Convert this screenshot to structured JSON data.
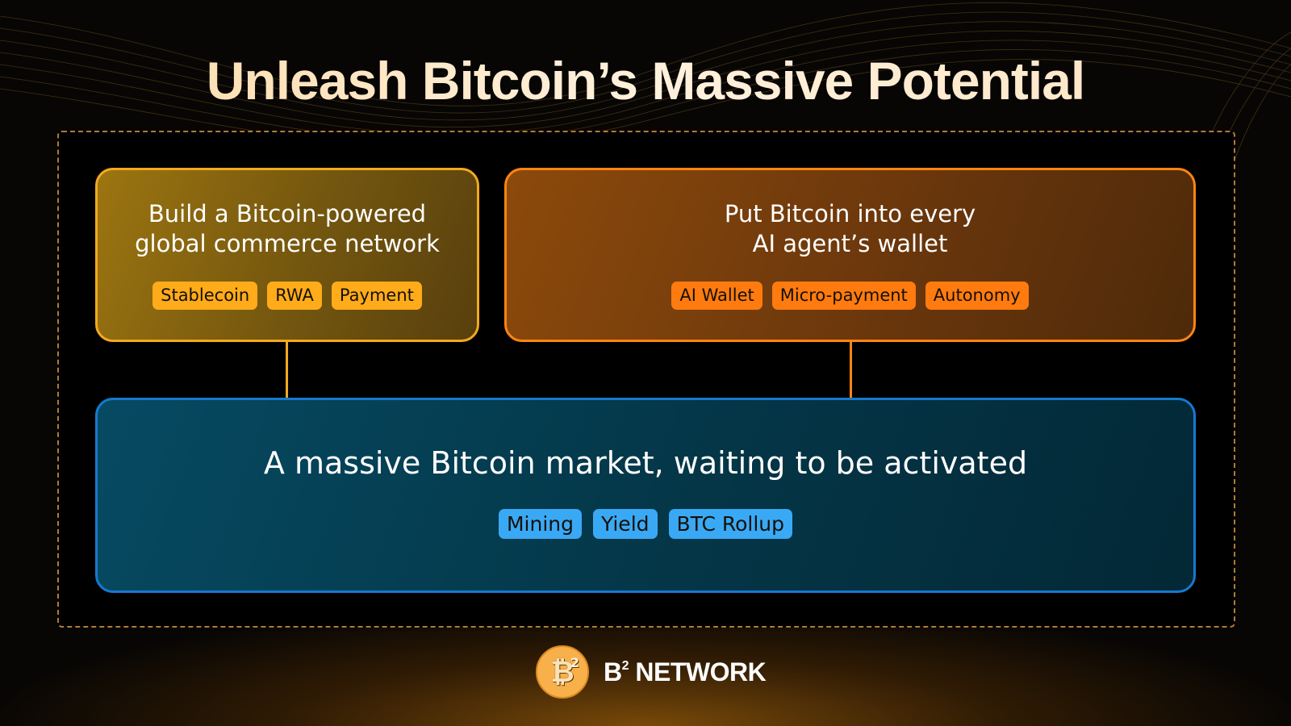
{
  "title": "Unleash Bitcoin’s Massive Potential",
  "cards": {
    "commerce": {
      "heading_line1": "Build a Bitcoin-powered",
      "heading_line2": "global commerce network",
      "tags": [
        "Stablecoin",
        "RWA",
        "Payment"
      ],
      "accent": "#f3a91f"
    },
    "ai": {
      "heading_line1": "Put Bitcoin into every",
      "heading_line2": "AI agent’s wallet",
      "tags": [
        "AI Wallet",
        "Micro-payment",
        "Autonomy"
      ],
      "accent": "#ff8413"
    },
    "market": {
      "heading": "A massive Bitcoin market, waiting to be activated",
      "tags": [
        "Mining",
        "Yield",
        "BTC Rollup"
      ],
      "accent": "#1679cf"
    }
  },
  "logo": {
    "icon": "bitcoin-b2-coin-icon",
    "coin_letter": "₿",
    "coin_superscript": "2",
    "brand_main": "B",
    "brand_sup": "2",
    "brand_rest": " NETWORK"
  }
}
